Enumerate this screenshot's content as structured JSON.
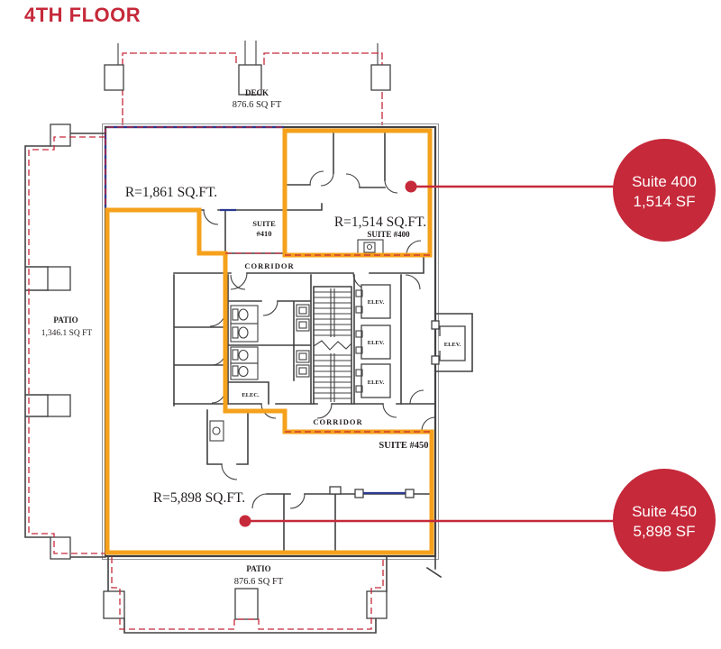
{
  "title": "4TH FLOOR",
  "colors": {
    "accent_red": "#C5293A",
    "suite_outline_orange": "#F5A11C",
    "wall_gray": "#414042",
    "window_blue": "#2B3990"
  },
  "plan": {
    "deck": {
      "name": "DECK",
      "area": "876.6 SQ FT"
    },
    "patio_left": {
      "name": "PATIO",
      "area": "1,346.1 SQ FT"
    },
    "patio_bottom": {
      "name": "PATIO",
      "area": "876.6 SQ FT"
    },
    "open_space": {
      "area": "R=1,861 SQ.FT."
    },
    "suite_410": {
      "name_line1": "SUITE",
      "name_line2": "#410"
    },
    "suite_400": {
      "area": "R=1,514 SQ.FT.",
      "name": "SUITE #400"
    },
    "suite_450": {
      "area": "R=5,898 SQ.FT.",
      "name": "SUITE #450"
    },
    "corridor": "CORRIDOR",
    "elevator": "ELEV.",
    "electrical": "ELEC."
  },
  "callouts": {
    "suite_400": {
      "name": "Suite 400",
      "size": "1,514 SF"
    },
    "suite_450": {
      "name": "Suite 450",
      "size": "5,898 SF"
    }
  }
}
